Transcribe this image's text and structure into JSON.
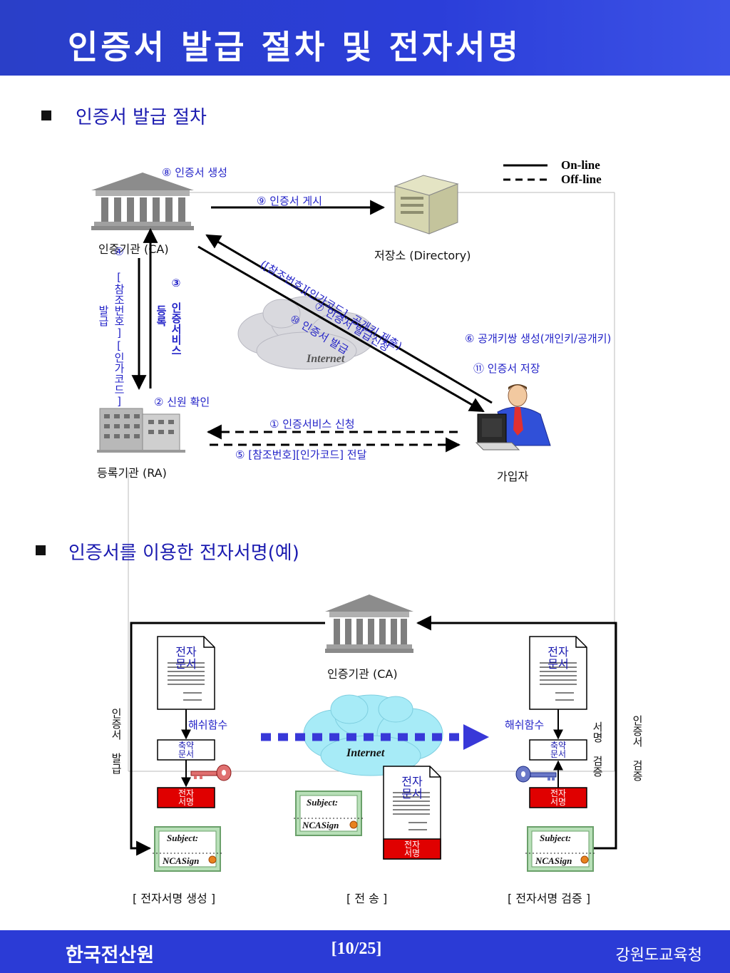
{
  "header": {
    "title": "인증서 발급 절차 및 전자서명"
  },
  "section1": {
    "title": "인증서 발급 절차",
    "legend": {
      "online": "On-line",
      "offline": "Off-line"
    },
    "entities": {
      "ca": "인증기관 (CA)",
      "directory": "저장소 (Directory)",
      "ra": "등록기관 (RA)",
      "subscriber": "가입자",
      "internet": "Internet"
    },
    "steps": {
      "s1": "① 인증서비스 신청",
      "s2": "② 신원 확인",
      "s3": "③ 인증서비스",
      "s3b": "등록",
      "s4": "④ [참조번호][인가코드]",
      "s4b": "발급",
      "s5": "⑤ [참조번호][인가코드] 전달",
      "s6": "⑥ 공개키쌍 생성(개인키/공개키)",
      "s7": "⑦ 인증서 발급신청",
      "s7b": "([참조번호][인가코드], 공개키 제출)",
      "s8": "⑧ 인증서 생성",
      "s9": "⑨ 인증서 게시",
      "s10": "⑩ 인증서 발급",
      "s11": "⑪ 인증서 저장"
    }
  },
  "section2": {
    "title": "인증서를 이용한 전자서명(예)",
    "ca": "인증기관 (CA)",
    "internet": "Internet",
    "doc": "전자\n문서",
    "hash": "해쉬함수",
    "digest": "축약\n문서",
    "signature": "전자\n서명",
    "cert_subject": "Subject:",
    "cert_sig": "NCASign",
    "left_vertical": "인증서 발급",
    "right_vertical": "인증서 검증",
    "verify_vertical": "서명 검증",
    "captions": {
      "left": "[ 전자서명 생성 ]",
      "middle": "[ 전 송 ]",
      "right": "[ 전자서명 검증 ]"
    }
  },
  "footer": {
    "logo_text": "한국전산원",
    "page": "[10/25]",
    "org": "강원도교육청"
  },
  "colors": {
    "header_blue": "#2b3ed9",
    "text_blue": "#2323c8",
    "signature_red": "#e00000",
    "cert_green": "#b8e0b8",
    "cloud_cyan": "#a7ebf7"
  }
}
